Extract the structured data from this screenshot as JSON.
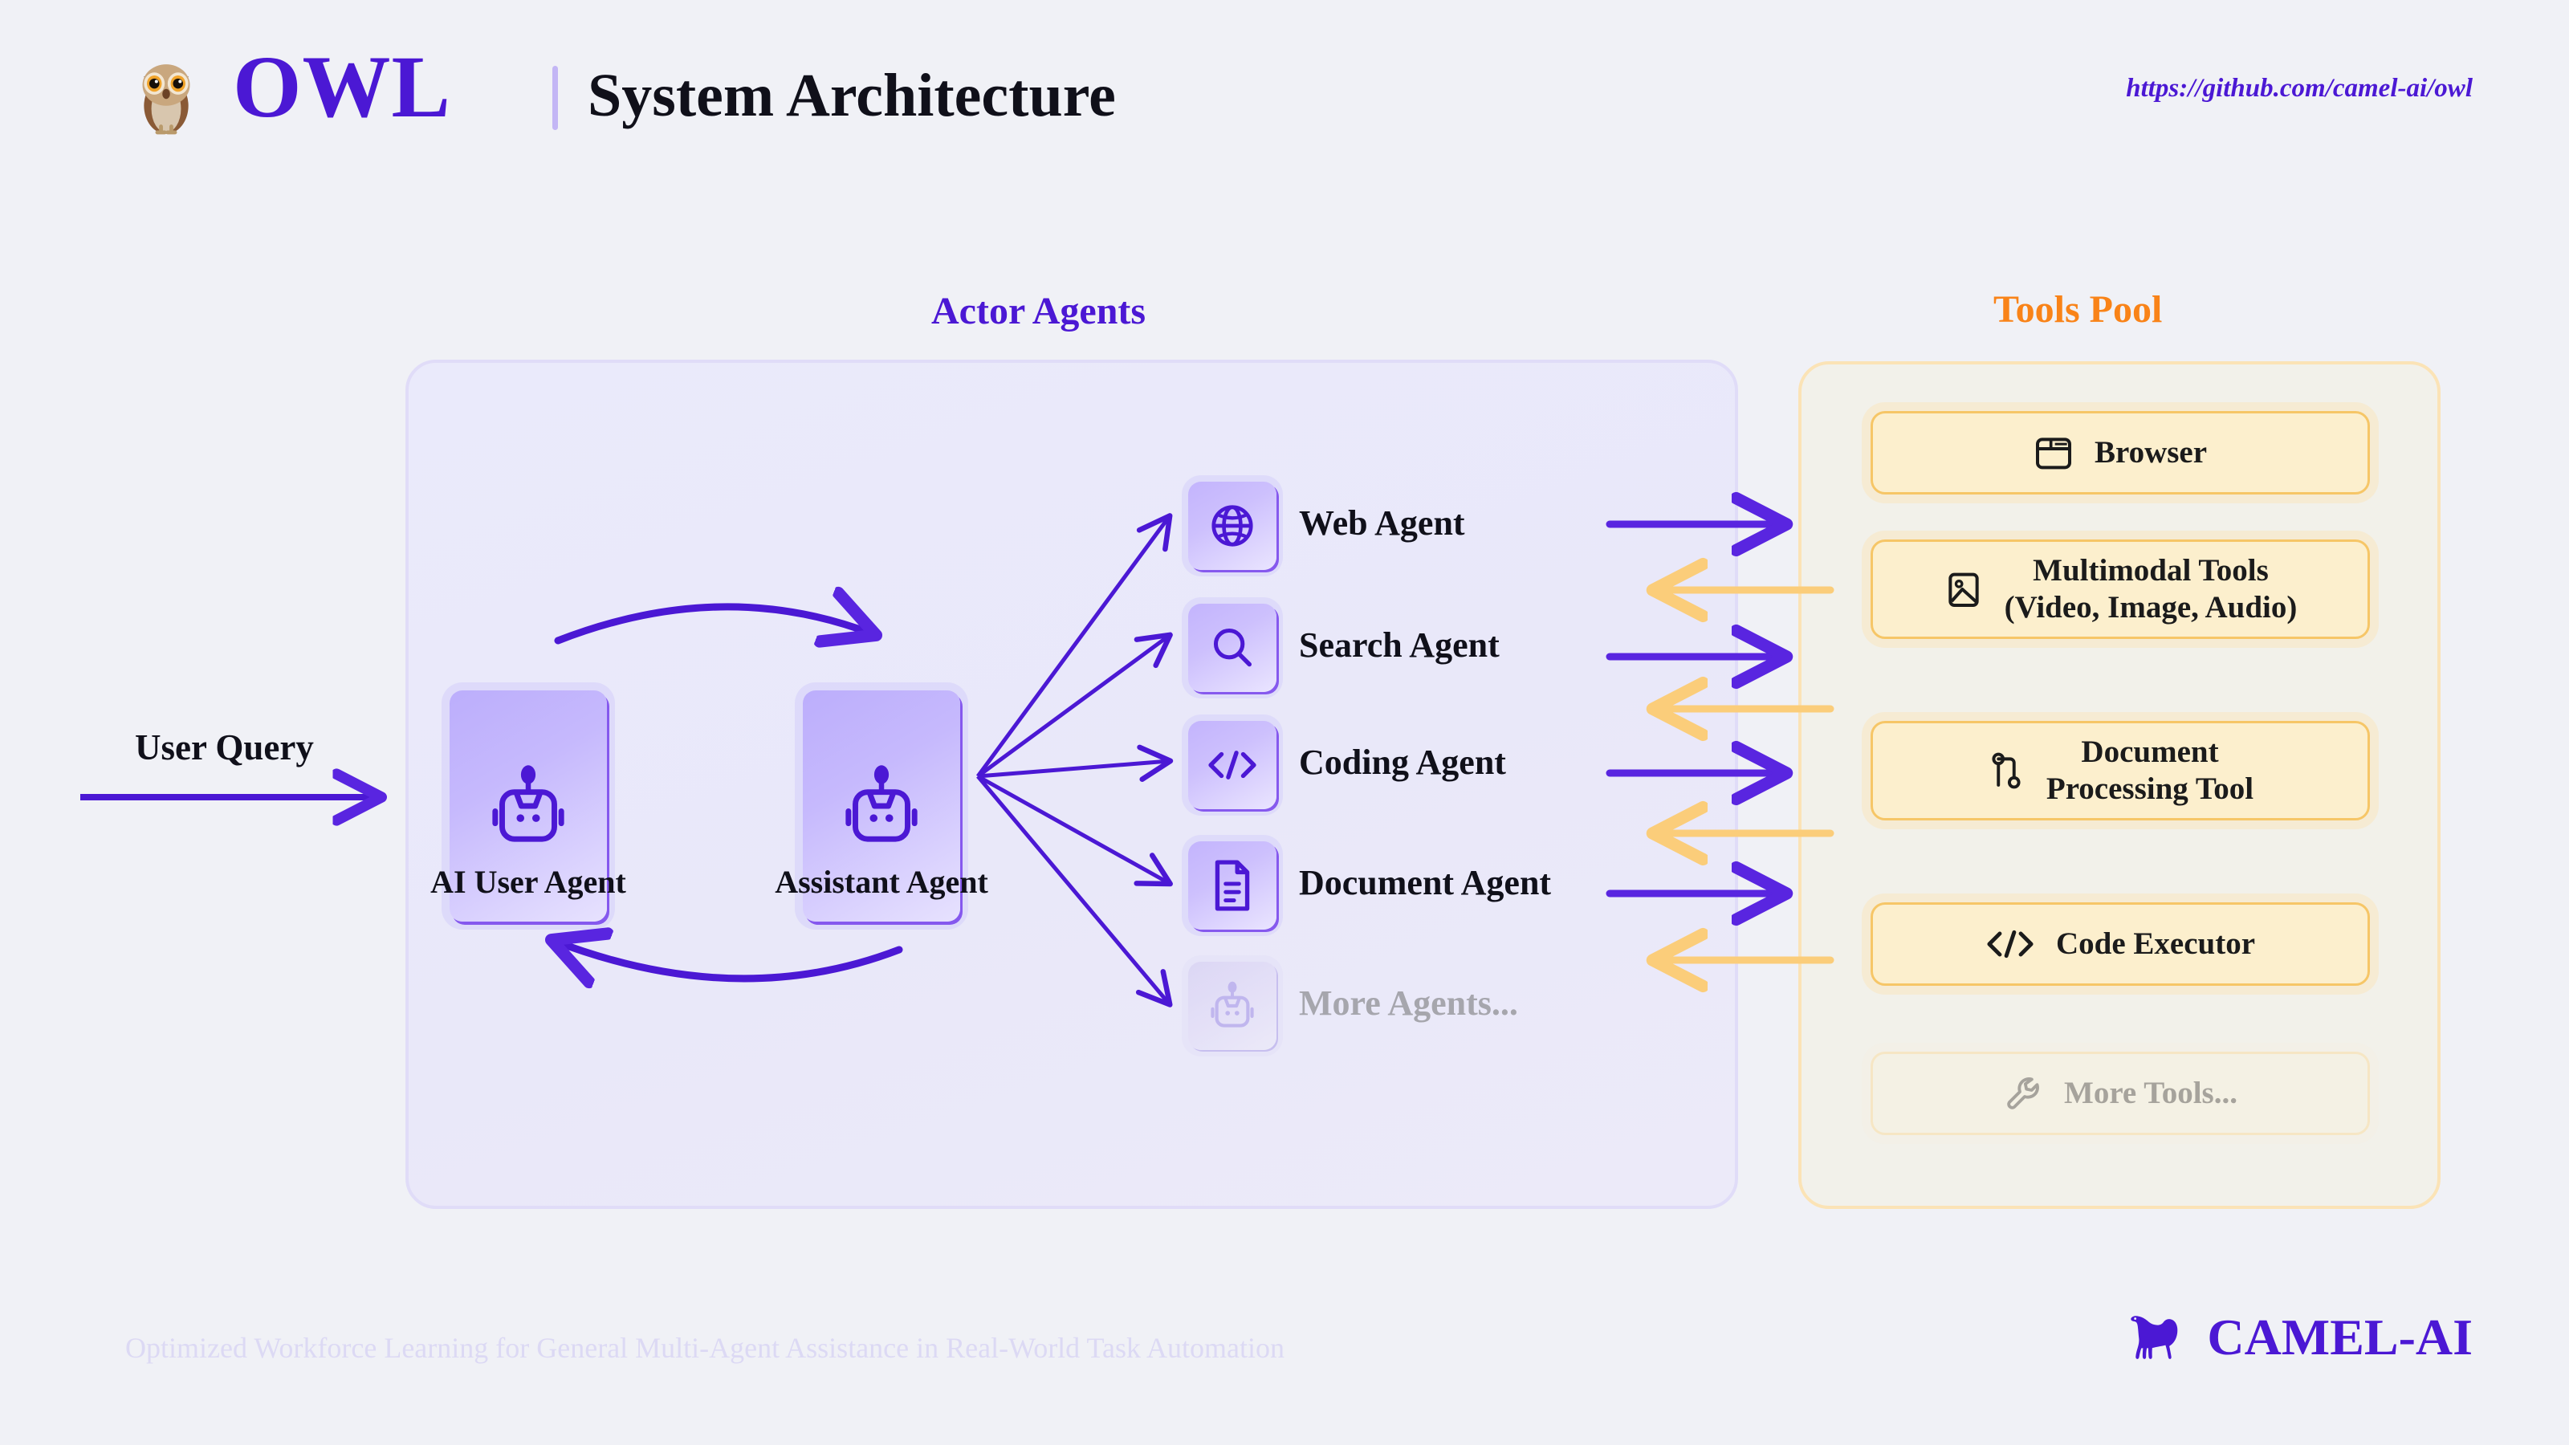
{
  "header": {
    "owl_icon": "owl-emoji",
    "brand": "OWL",
    "subtitle": "System Architecture",
    "repo_url": "https://github.com/camel-ai/owl"
  },
  "sections": {
    "actors_title": "Actor Agents",
    "tools_title": "Tools Pool"
  },
  "flow": {
    "user_query_label": "User Query"
  },
  "core_agents": [
    {
      "id": "ai-user-agent",
      "label": "AI User Agent",
      "icon": "robot-icon"
    },
    {
      "id": "assistant-agent",
      "label": "Assistant Agent",
      "icon": "robot-icon"
    }
  ],
  "actor_agents": [
    {
      "id": "web-agent",
      "label": "Web Agent",
      "icon": "globe-icon",
      "muted": false
    },
    {
      "id": "search-agent",
      "label": "Search Agent",
      "icon": "search-icon",
      "muted": false
    },
    {
      "id": "coding-agent",
      "label": "Coding Agent",
      "icon": "code-icon",
      "muted": false
    },
    {
      "id": "document-agent",
      "label": "Document Agent",
      "icon": "document-icon",
      "muted": false
    },
    {
      "id": "more-agents",
      "label": "More Agents...",
      "icon": "robot-icon",
      "muted": true
    }
  ],
  "tools": [
    {
      "id": "browser",
      "label": "Browser",
      "icon": "browser-window-icon",
      "muted": false
    },
    {
      "id": "multimodal",
      "label": "Multimodal Tools\n(Video, Image, Audio)",
      "icon": "image-icon",
      "muted": false
    },
    {
      "id": "doc-processing",
      "label": "Document\nProcessing Tool",
      "icon": "git-branch-icon",
      "muted": false
    },
    {
      "id": "code-executor",
      "label": "Code Executor",
      "icon": "code-icon",
      "muted": false
    },
    {
      "id": "more-tools",
      "label": "More Tools...",
      "icon": "wrench-icon",
      "muted": true
    }
  ],
  "footer": {
    "tagline": "Optimized Workforce Learning for General Multi-Agent Assistance in Real-World Task Automation",
    "logo_text": "CAMEL-AI",
    "logo_icon": "camel-icon"
  },
  "colors": {
    "background": "#f0f1f6",
    "purple": "#4b18d4",
    "purple_arrow": "#6a2fe8",
    "orange": "#f98318",
    "orange_arrow": "#fbcd7a",
    "tool_card_bg": "#fcefcd",
    "tool_card_border": "#f6c667",
    "actors_panel_bg": "#eae9fa",
    "tools_panel_bg": "#f2f1ea",
    "muted_text": "#a6a6ad"
  }
}
